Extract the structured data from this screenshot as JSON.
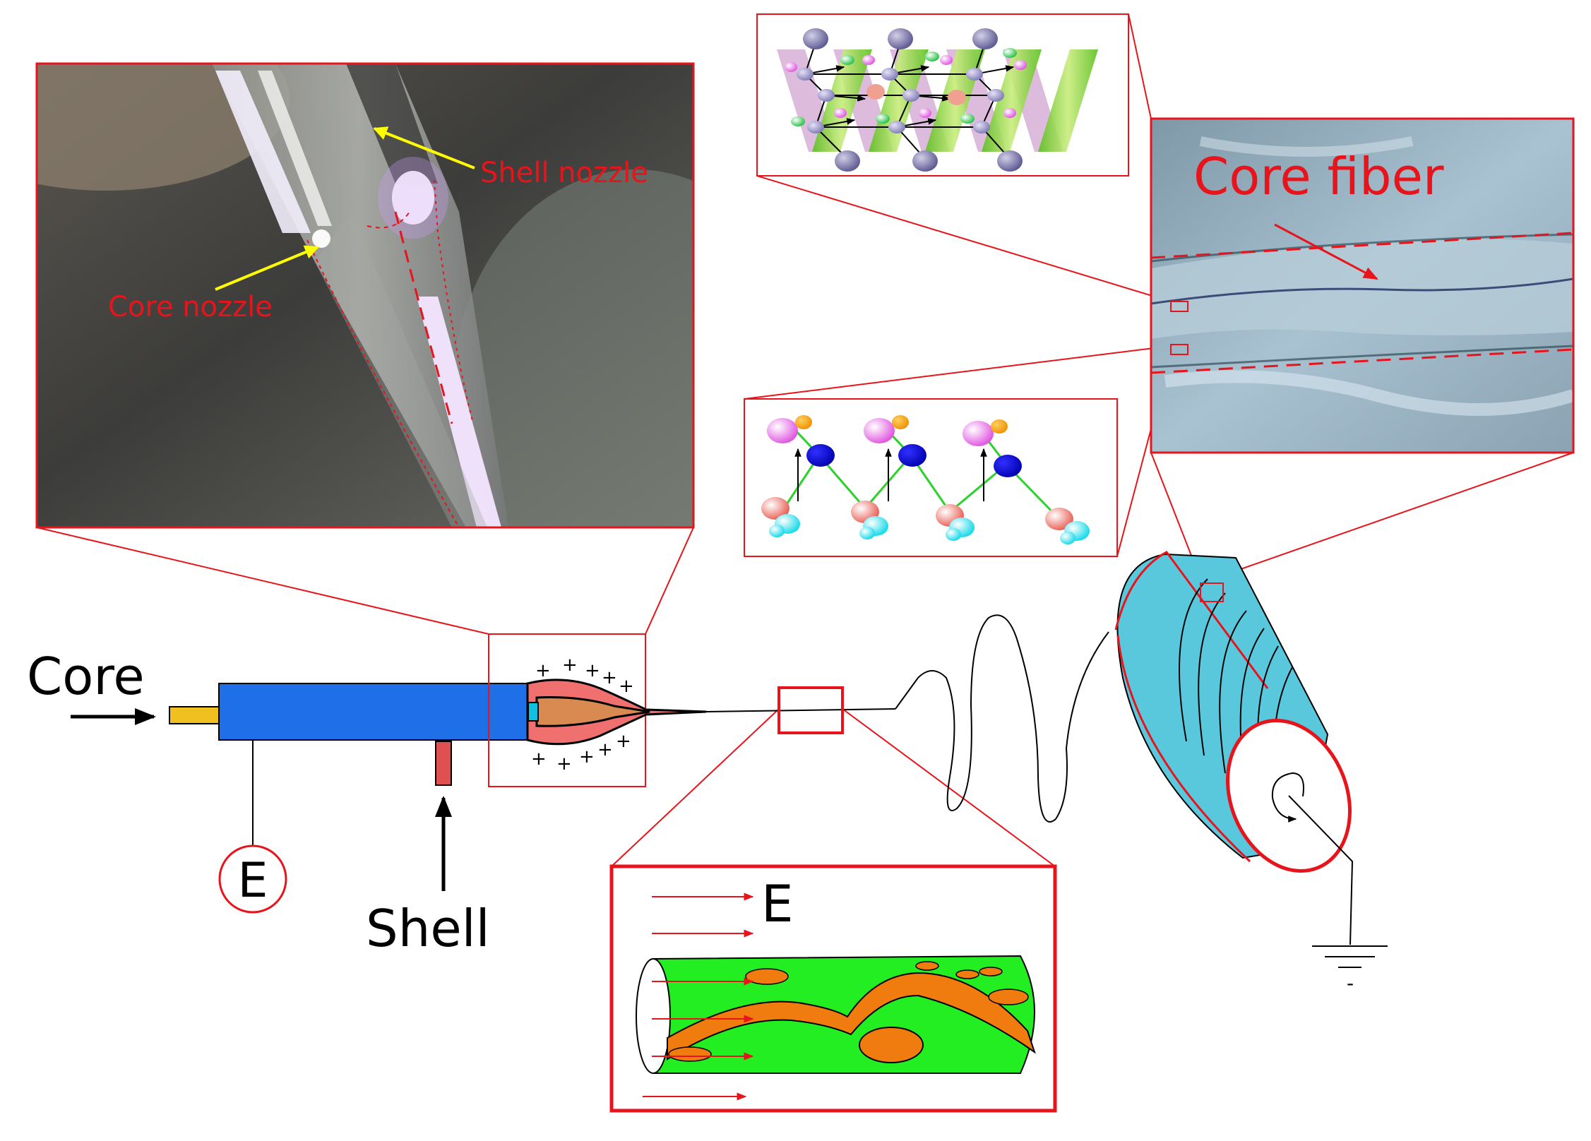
{
  "labels": {
    "core": "Core",
    "shell": "Shell",
    "electrode": "E",
    "field": "E",
    "core_nozzle": "Core nozzle",
    "shell_nozzle": "Shell nozzle",
    "core_fiber": "Core fiber",
    "minus": "-"
  },
  "colors": {
    "accent_red": "#e8141b",
    "syringe_blue": "#1e6fe8",
    "core_yellow": "#f0c020",
    "shell_red": "#e05050",
    "jet_salmon": "#f07070",
    "jet_core": "#d98a50",
    "fiber_green": "#22ee22",
    "core_orange": "#f07c10",
    "drum_cyan": "#5ac8dc",
    "helix_green": "#99d22a",
    "helix_purple": "#d8b4d8",
    "arrow_yellow": "#ffff00"
  },
  "icons": {
    "ground": "ground-symbol-icon",
    "rotation": "rotation-arrow-icon"
  }
}
